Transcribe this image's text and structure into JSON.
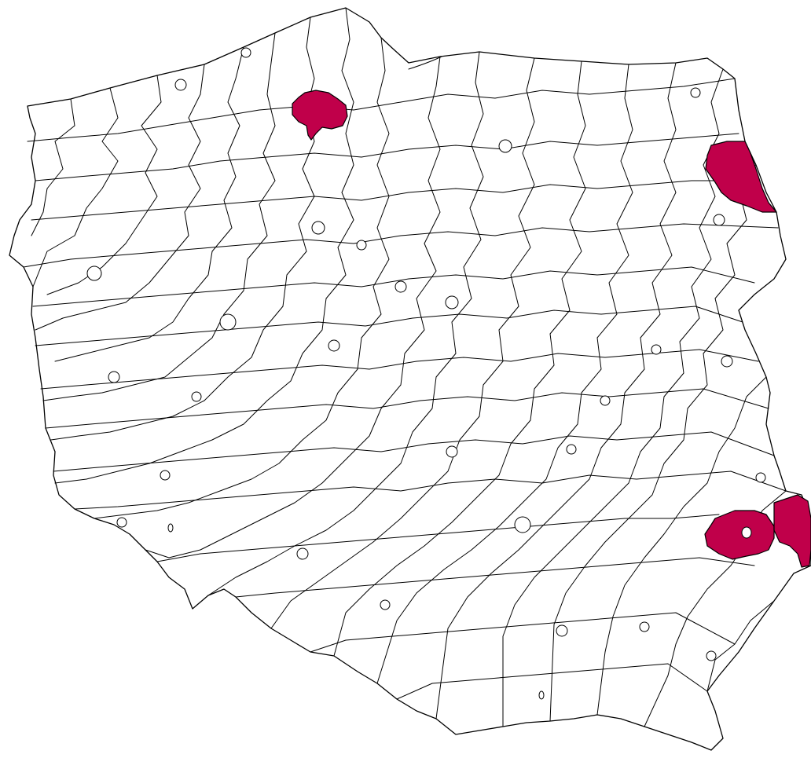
{
  "map": {
    "region": "Poland",
    "division": "powiats",
    "background_color": "#ffffff",
    "base_fill": "#ffffff",
    "border_color": "#000000",
    "highlight_color": "#c0004a",
    "highlighted_regions": [
      {
        "id": "north-pomerania"
      },
      {
        "id": "north-east-border"
      },
      {
        "id": "south-east-west"
      },
      {
        "id": "south-east-east"
      }
    ]
  }
}
